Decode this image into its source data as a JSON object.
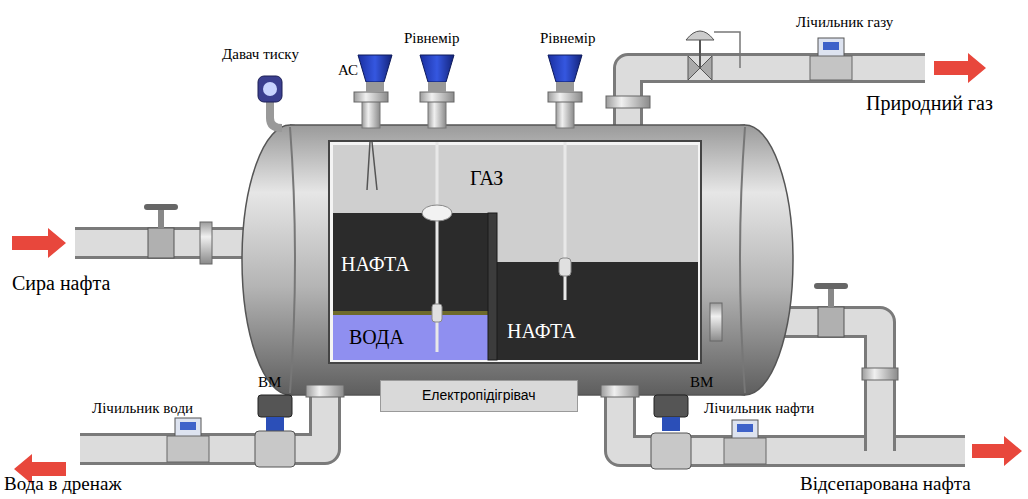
{
  "diagram": {
    "nodes": [
      {
        "text": [
          "ГАЗ"
        ]
      },
      {
        "text": [
          "НАФТА"
        ]
      },
      {
        "text": [
          "ВОДА"
        ]
      },
      {
        "text": [
          "НАФТА"
        ]
      },
      {
        "text": [
          "Електропідігрівач"
        ]
      }
    ],
    "labels": [
      "Давач тиску",
      "АС",
      "Рівнемір",
      "Рівнемір",
      "Лічильник газу",
      "Природний газ",
      "Сира нафта",
      "ВМ",
      "ВМ",
      "Лічильник води",
      "Лічильник нафти",
      "Вода в дренаж",
      "Відсепарована нафта"
    ]
  }
}
